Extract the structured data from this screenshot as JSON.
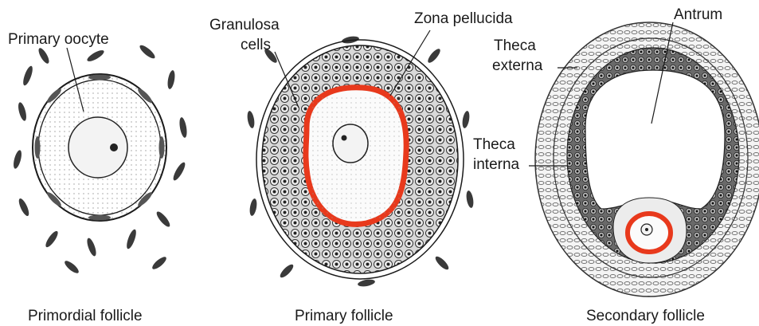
{
  "panels": [
    {
      "caption": "Primordial follicle",
      "labels": {
        "primary_oocyte": "Primary oocyte"
      }
    },
    {
      "caption": "Primary follicle",
      "labels": {
        "granulosa_line1": "Granulosa",
        "granulosa_line2": "cells",
        "zona_pellucida": "Zona pellucida"
      }
    },
    {
      "caption": "Secondary follicle",
      "labels": {
        "antrum": "Antrum",
        "theca_externa_line1": "Theca",
        "theca_externa_line2": "externa",
        "theca_interna_line1": "Theca",
        "theca_interna_line2": "interna"
      }
    }
  ],
  "colors": {
    "zona_pellucida": "#e8391c",
    "ink": "#1a1a1a",
    "cell_fill": "#555555",
    "stroma": "#3a3a3a"
  }
}
